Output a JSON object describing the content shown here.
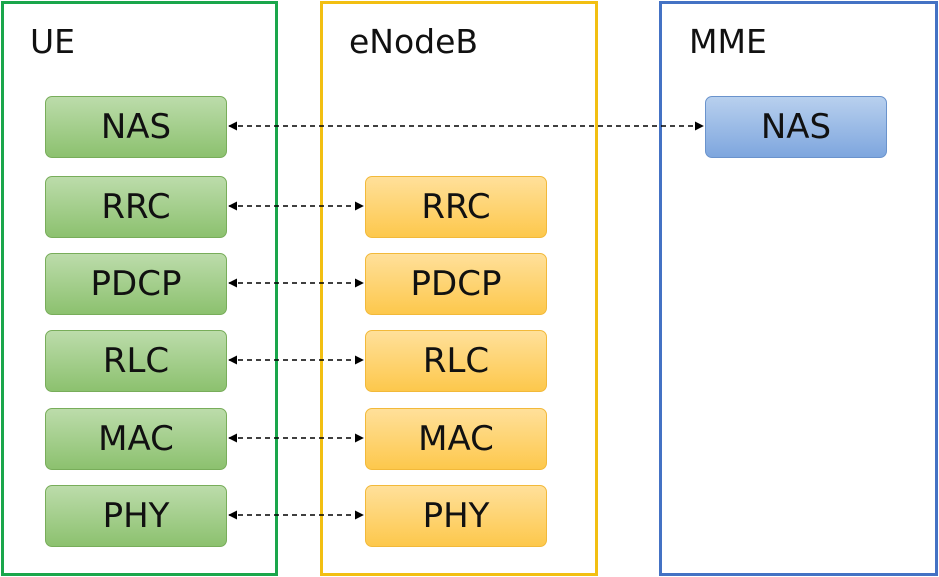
{
  "panels": {
    "ue": {
      "title": "UE",
      "layers": [
        "NAS",
        "RRC",
        "PDCP",
        "RLC",
        "MAC",
        "PHY"
      ]
    },
    "enodeb": {
      "title": "eNodeB",
      "layers": [
        "RRC",
        "PDCP",
        "RLC",
        "MAC",
        "PHY"
      ]
    },
    "mme": {
      "title": "MME",
      "layers": [
        "NAS"
      ]
    }
  },
  "connections": [
    {
      "from": "UE NAS",
      "to": "MME NAS"
    },
    {
      "from": "UE RRC",
      "to": "eNodeB RRC"
    },
    {
      "from": "UE PDCP",
      "to": "eNodeB PDCP"
    },
    {
      "from": "UE RLC",
      "to": "eNodeB RLC"
    },
    {
      "from": "UE MAC",
      "to": "eNodeB MAC"
    },
    {
      "from": "UE PHY",
      "to": "eNodeB PHY"
    }
  ],
  "colors": {
    "ue_border": "#1aa64b",
    "enodeb_border": "#f2bf12",
    "mme_border": "#4472c4",
    "ue_layer_fill": "#a5cf8d",
    "enodeb_layer_fill": "#fed472",
    "mme_layer_fill": "#9bbbe6",
    "arrow": "#000000"
  }
}
